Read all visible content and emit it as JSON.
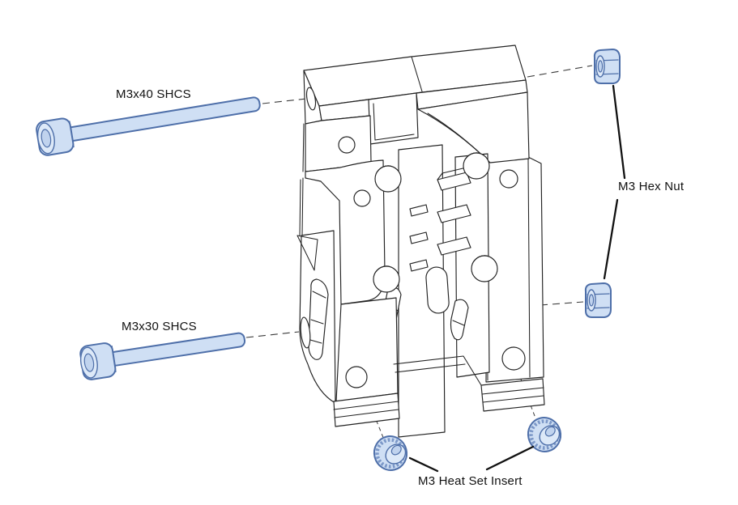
{
  "page": {
    "type": "exploded-assembly-diagram",
    "background": "#ffffff"
  },
  "labels": {
    "bolt_top": "M3x40 SHCS",
    "bolt_bottom": "M3x30 SHCS",
    "hex_nut": "M3 Hex Nut",
    "heat_set_insert": "M3 Heat Set Insert"
  },
  "colors": {
    "line": "#222222",
    "label_text": "#111111",
    "fastener_fill": "#cfdff4",
    "fastener_stroke": "#4e6fa9",
    "fastener_inner": "#dde9f8"
  },
  "components": [
    {
      "label": "M3x40 SHCS",
      "visible_count": 1
    },
    {
      "label": "M3x30 SHCS",
      "visible_count": 1
    },
    {
      "label": "M3 Hex Nut",
      "visible_count": 2
    },
    {
      "label": "M3 Heat Set Insert",
      "visible_count": 2
    }
  ]
}
